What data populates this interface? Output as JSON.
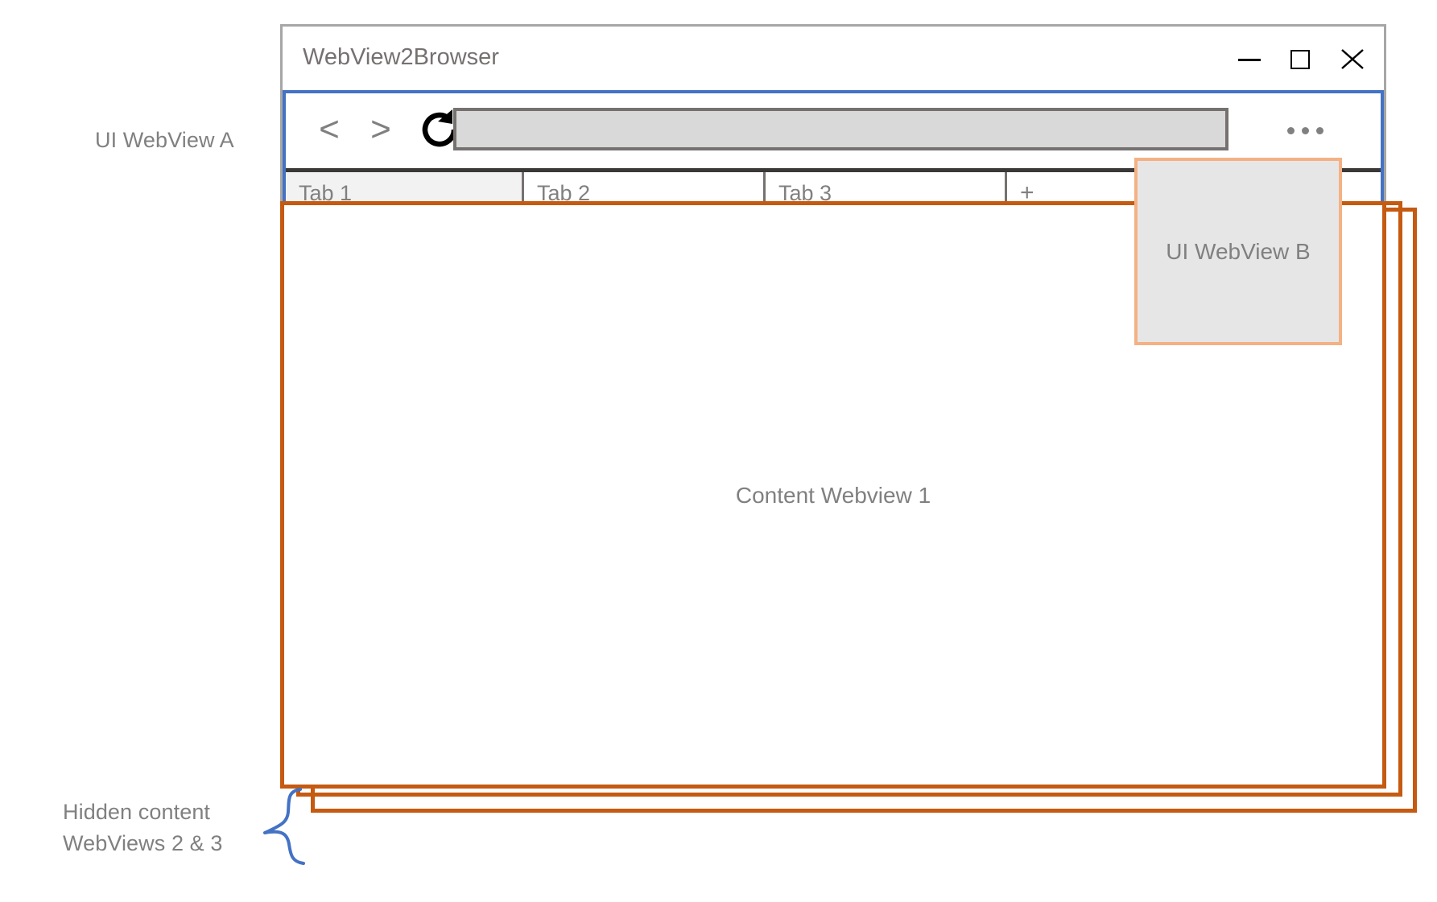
{
  "annotations": {
    "ui_webview_a_label": "UI WebView A",
    "hidden_content_line1": "Hidden content",
    "hidden_content_line2": "WebViews 2 & 3"
  },
  "window": {
    "title": "WebView2Browser",
    "controls": {
      "minimize": "minimize-icon",
      "maximize": "maximize-icon",
      "close": "close-icon"
    }
  },
  "toolbar": {
    "back_label": "<",
    "forward_label": ">",
    "reload_icon": "reload-icon",
    "url_value": "",
    "url_placeholder": "",
    "menu_icon": "ellipsis-icon"
  },
  "tabs": [
    {
      "label": "Tab 1",
      "active": true
    },
    {
      "label": "Tab 2",
      "active": false
    },
    {
      "label": "Tab 3",
      "active": false
    }
  ],
  "new_tab": {
    "label": "+"
  },
  "content": {
    "webview_1_label": "Content Webview 1"
  },
  "ui_webview_b": {
    "label": "UI WebView B"
  },
  "colors": {
    "ui_webview_a_border": "#4472C4",
    "content_webview_border": "#C55A11",
    "ui_webview_b_border": "#F4B183",
    "ui_webview_b_fill": "#E7E6E6",
    "window_frame": "#A6A6A6",
    "tab_strip_top": "#3B3838",
    "url_bar_fill": "#D9D9D9",
    "url_bar_border": "#767171",
    "active_tab_fill": "#F2F2F2",
    "text_gray": "#808080",
    "brace_blue": "#4472C4"
  }
}
